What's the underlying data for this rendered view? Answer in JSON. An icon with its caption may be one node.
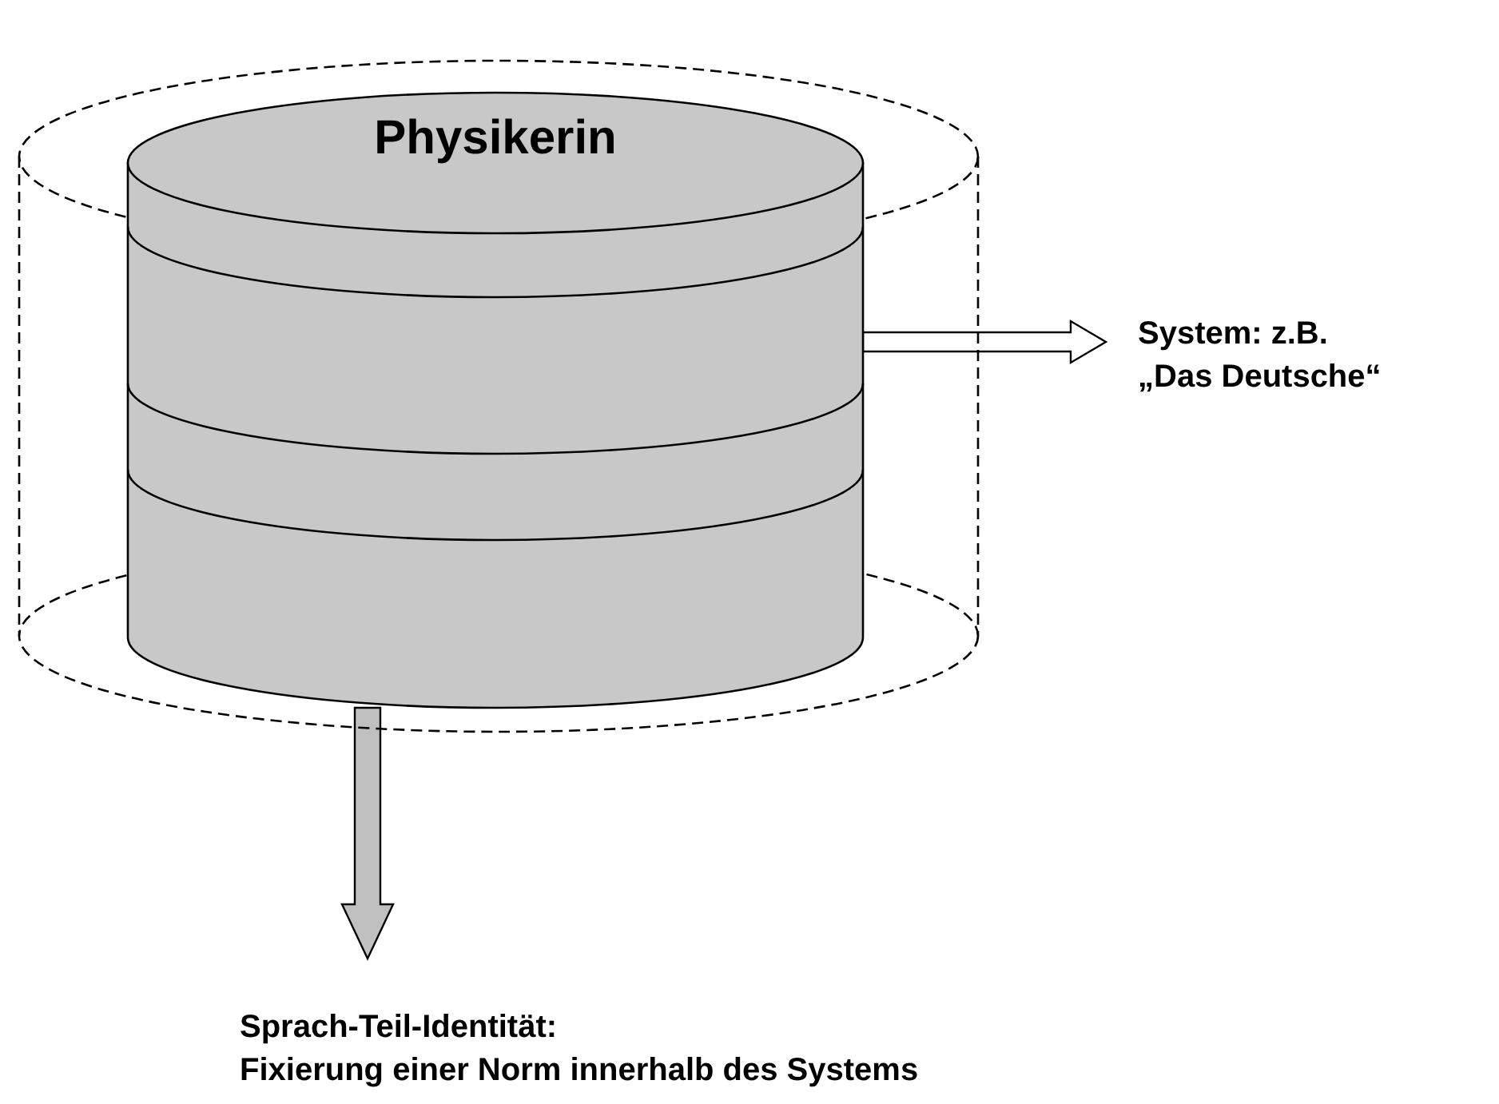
{
  "diagram": {
    "nodes": [
      {
        "text": [],
        "shape": "cylinder"
      },
      {
        "text": [
          "Physikerin"
        ],
        "in": 0
      },
      {
        "text": [
          "System: z.B.",
          "„Das Deutsche“"
        ]
      },
      {
        "text": [
          "Sprach-Teil-Identität:",
          "Fixierung einer Norm innerhalb des Systems"
        ]
      }
    ],
    "edges": [
      {
        "from": 1,
        "to": 2,
        "arrow": "to"
      },
      {
        "from": 1,
        "to": 3,
        "arrow": "to",
        "color": "#c0c0c0"
      }
    ]
  }
}
